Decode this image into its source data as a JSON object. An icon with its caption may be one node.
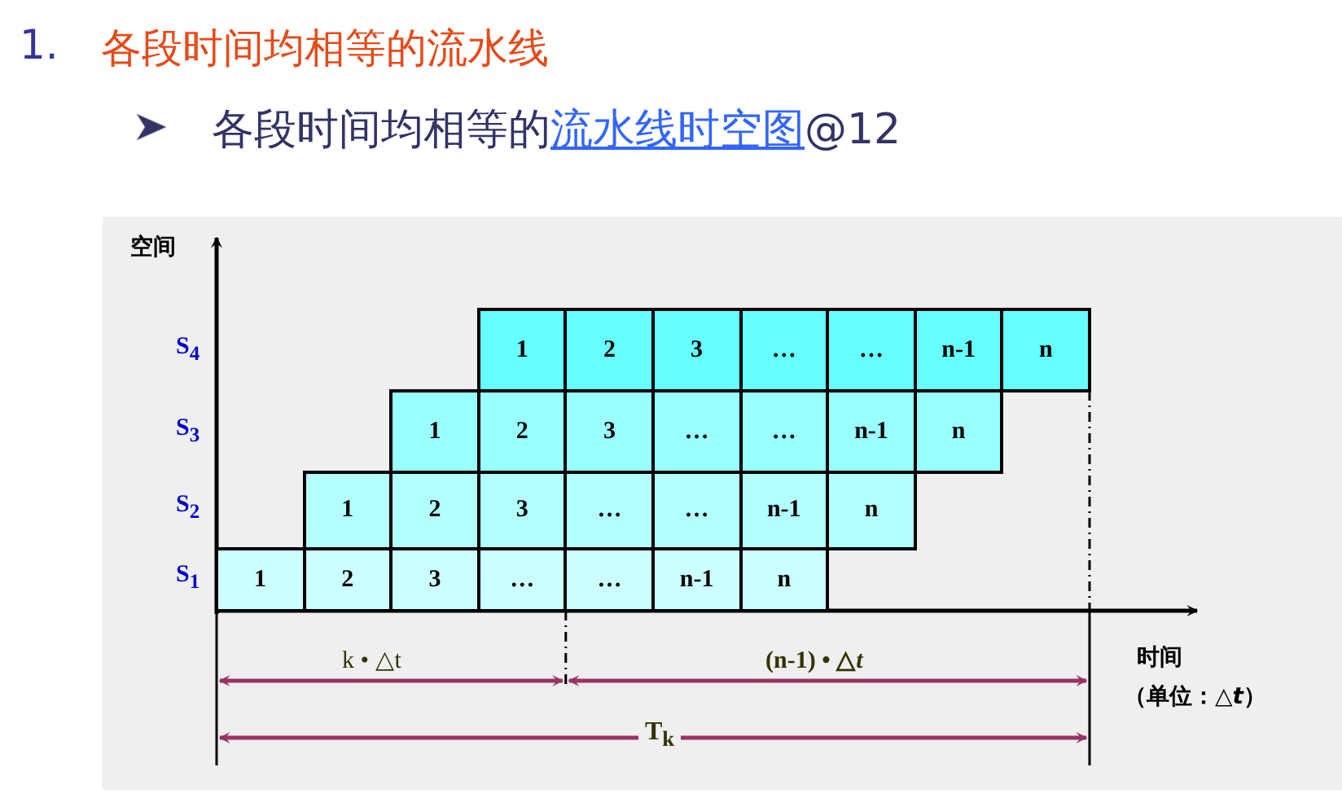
{
  "diagram": {
    "title": "各段时间均相等的流水线",
    "nodes": [
      {
        "text": [
          "1"
        ]
      },
      {
        "text": [
          "2"
        ]
      },
      {
        "text": [
          "3"
        ]
      },
      {
        "text": [
          "…"
        ]
      },
      {
        "text": [
          "…"
        ]
      },
      {
        "text": [
          "n-1"
        ]
      },
      {
        "text": [
          "n"
        ]
      },
      {
        "text": [
          "1"
        ]
      },
      {
        "text": [
          "2"
        ]
      },
      {
        "text": [
          "3"
        ]
      },
      {
        "text": [
          "…"
        ]
      },
      {
        "text": [
          "…"
        ]
      },
      {
        "text": [
          "n-1"
        ]
      },
      {
        "text": [
          "n"
        ]
      },
      {
        "text": [
          "1"
        ]
      },
      {
        "text": [
          "2"
        ]
      },
      {
        "text": [
          "3"
        ]
      },
      {
        "text": [
          "…"
        ]
      },
      {
        "text": [
          "…"
        ]
      },
      {
        "text": [
          "n-1"
        ]
      },
      {
        "text": [
          "n"
        ]
      },
      {
        "text": [
          "1"
        ]
      },
      {
        "text": [
          "2"
        ]
      },
      {
        "text": [
          "3"
        ]
      },
      {
        "text": [
          "…"
        ]
      },
      {
        "text": [
          "…"
        ]
      },
      {
        "text": [
          "n-1"
        ]
      },
      {
        "text": [
          "n"
        ]
      }
    ],
    "edges": [],
    "labels": [
      "1.",
      "各段时间均相等的",
      "流水线时空图",
      "@12",
      "空间",
      "S$_{4}$",
      "S$_{3}$",
      "S$_{2}$",
      "S$_{1}$",
      "k • △t",
      "(n-1) • △*t*",
      "时间",
      "（单位：△*t*）",
      "T$_{k}$"
    ]
  }
}
